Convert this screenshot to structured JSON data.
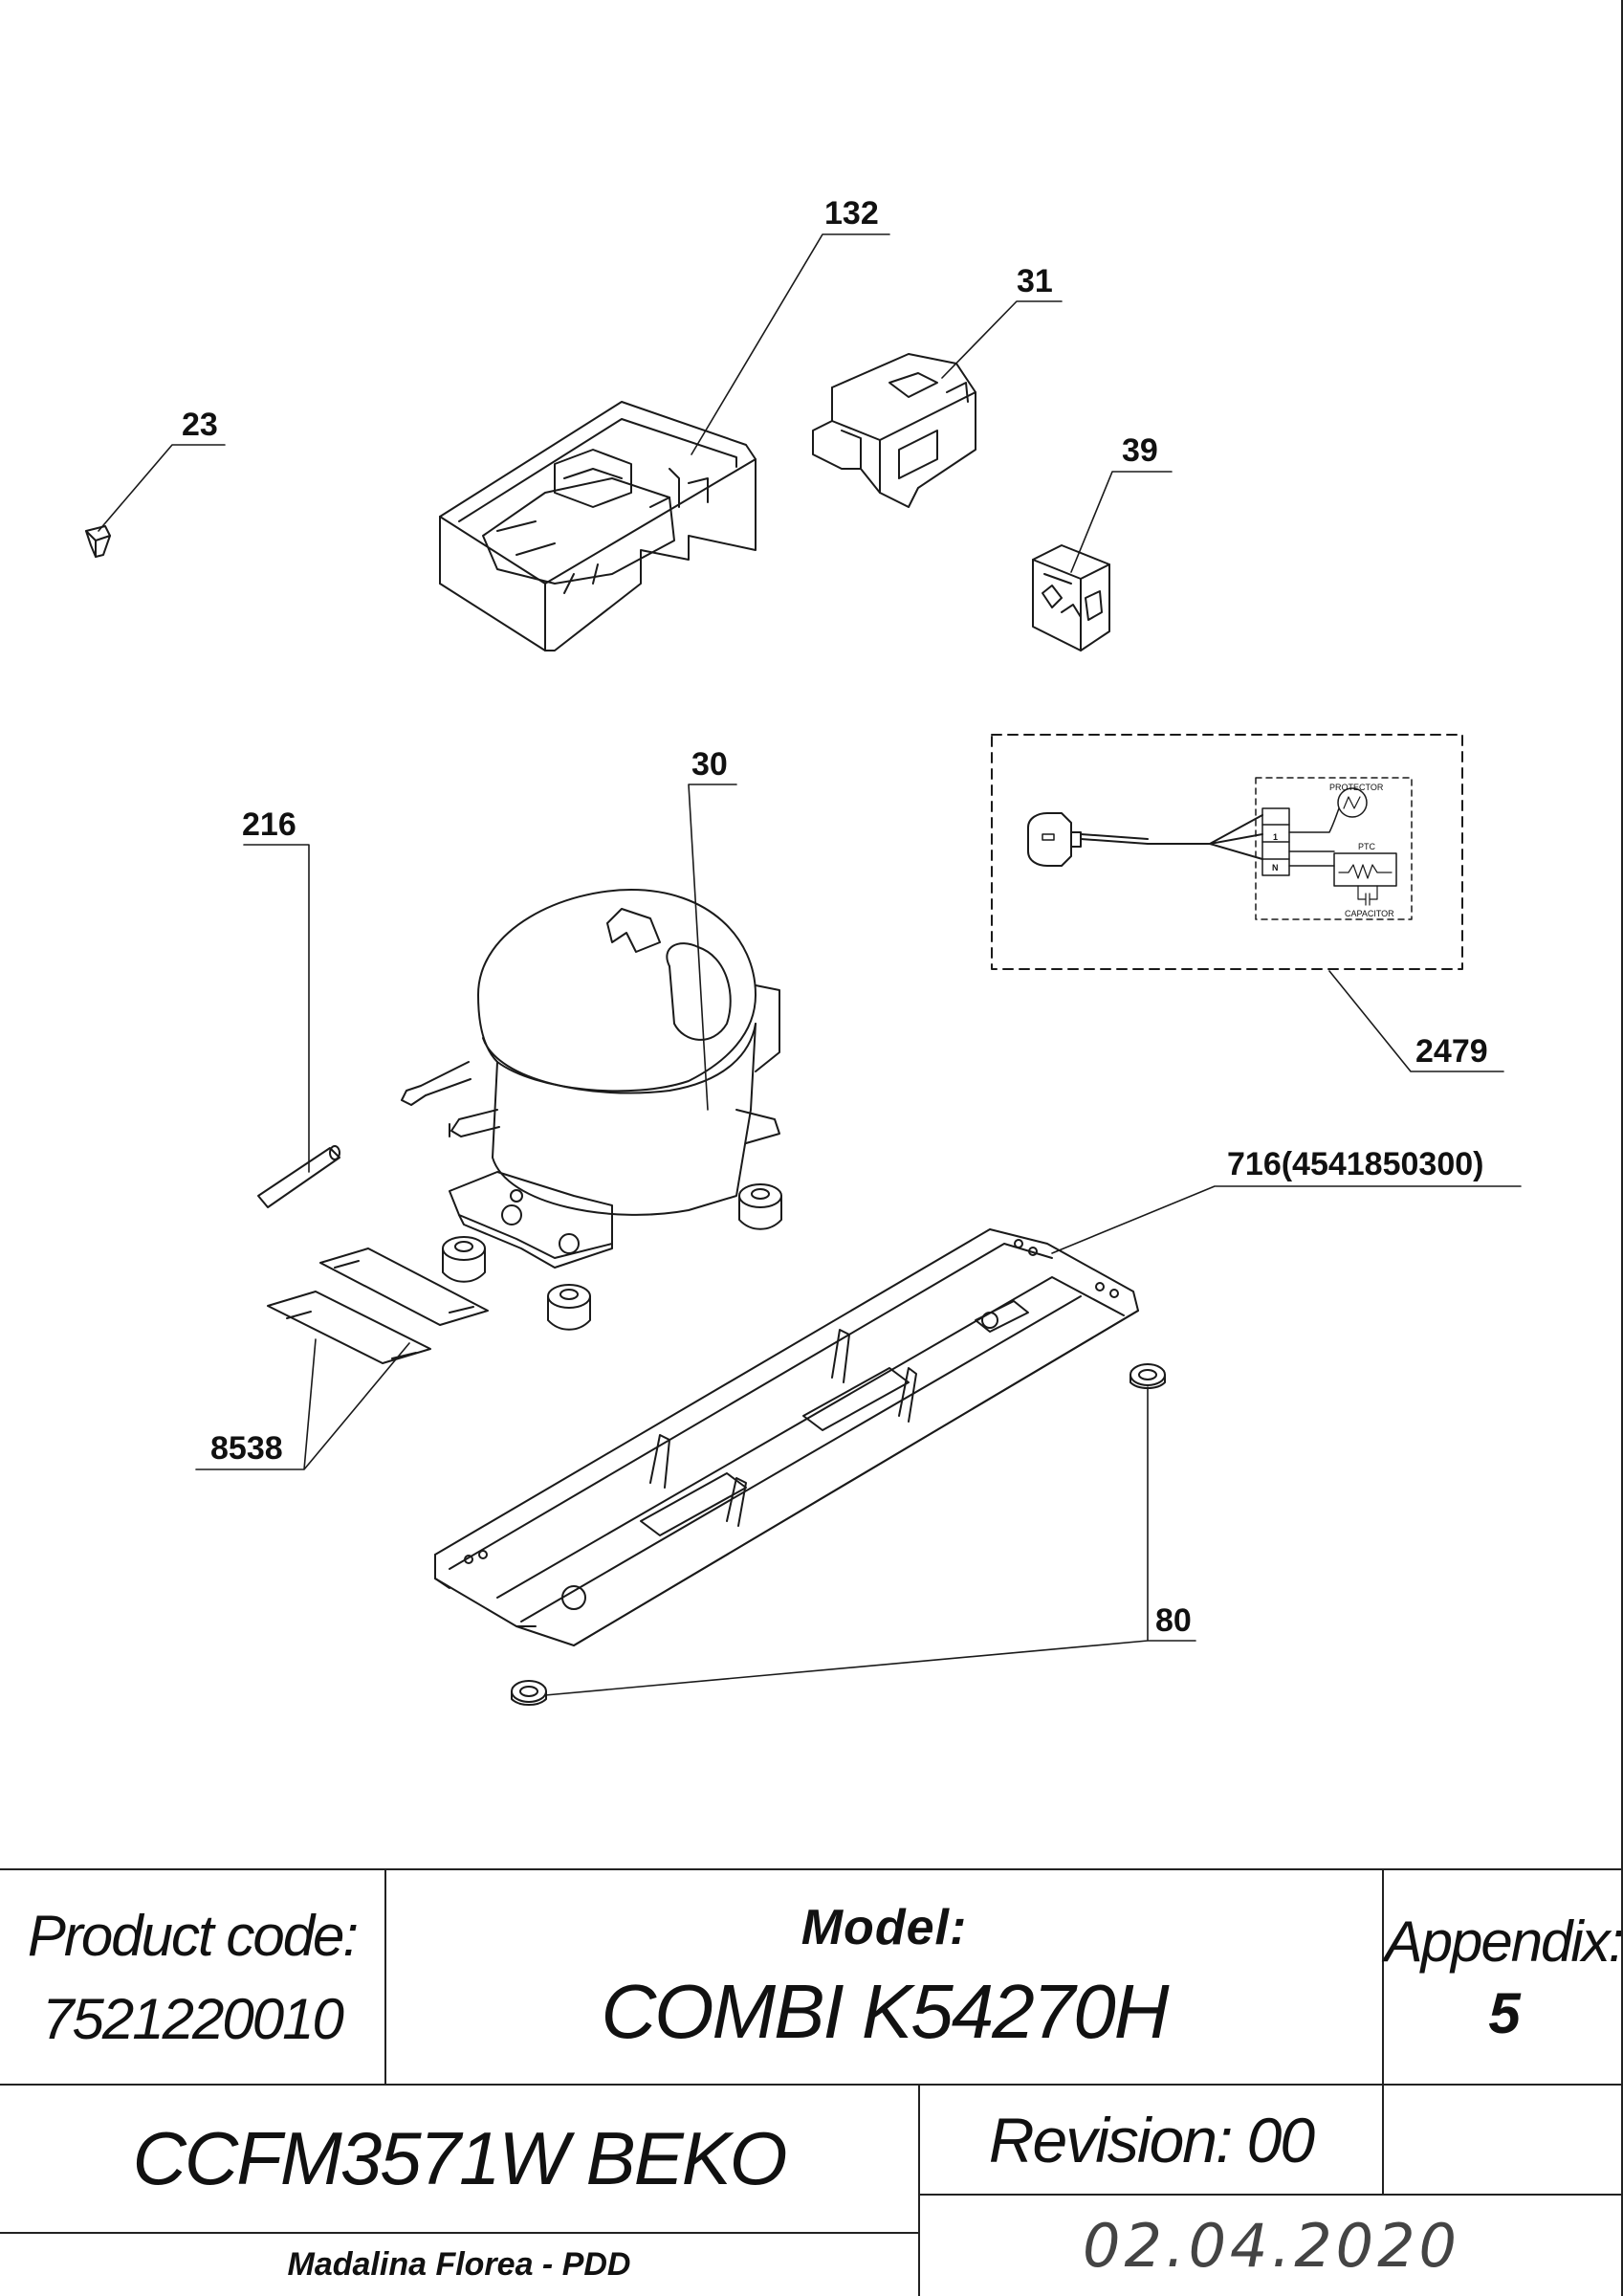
{
  "callouts": [
    {
      "id": "132",
      "text": "132"
    },
    {
      "id": "31",
      "text": "31"
    },
    {
      "id": "23",
      "text": "23"
    },
    {
      "id": "39",
      "text": "39"
    },
    {
      "id": "30",
      "text": "30"
    },
    {
      "id": "216",
      "text": "216"
    },
    {
      "id": "2479",
      "text": "2479"
    },
    {
      "id": "716",
      "text": "716(4541850300)"
    },
    {
      "id": "8538",
      "text": "8538"
    },
    {
      "id": "80",
      "text": "80"
    }
  ],
  "wiring": {
    "protector": "PROTECTOR",
    "ptc": "PTC",
    "capacitor": "CAPACITOR",
    "terminal_1": "1",
    "terminal_n": "N"
  },
  "title_block": {
    "product_code_label": "Product code:",
    "product_code": "7521220010",
    "model_label": "Model:",
    "model": "COMBI K54270H",
    "appendix_label": "Appendix:",
    "appendix": "5",
    "product_name": "CCFM3571W BEKO",
    "revision": "Revision: 00",
    "author": "Madalina Florea - PDD",
    "date": "02.04.2020"
  }
}
